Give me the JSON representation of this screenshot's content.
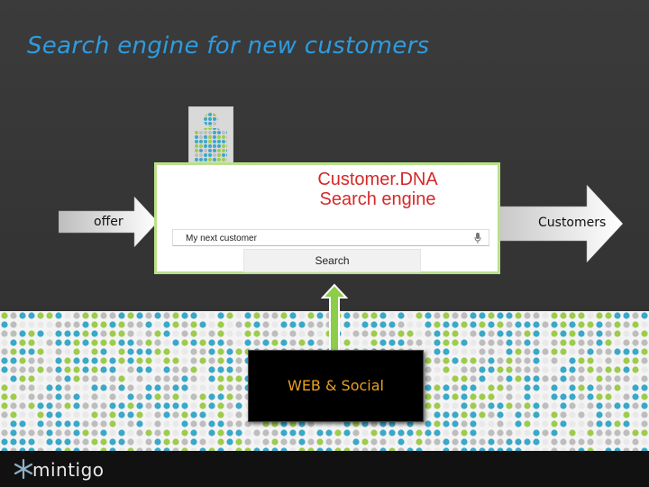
{
  "slide": {
    "title": "Search engine for new customers"
  },
  "engine": {
    "title_line1": "Customer.DNA",
    "title_line2": "Search engine",
    "search_value": "My next  customer",
    "search_button": "Search",
    "mic_icon": "microphone-icon"
  },
  "arrows": {
    "left_label": "offer",
    "right_label": "Customers"
  },
  "source": {
    "label": "WEB & Social"
  },
  "footer": {
    "logo_text": "mintigo",
    "logo_icon": "star-icon"
  },
  "colors": {
    "title": "#2e9be0",
    "engine_title": "#d42a2a",
    "box_border": "#b9e08a",
    "up_arrow": "#8ccd4a",
    "source_label": "#e8a020",
    "dot_palette": [
      "#3aa8c8",
      "#9ecb4c",
      "#bdbdbd",
      "#e9e9e9"
    ]
  }
}
